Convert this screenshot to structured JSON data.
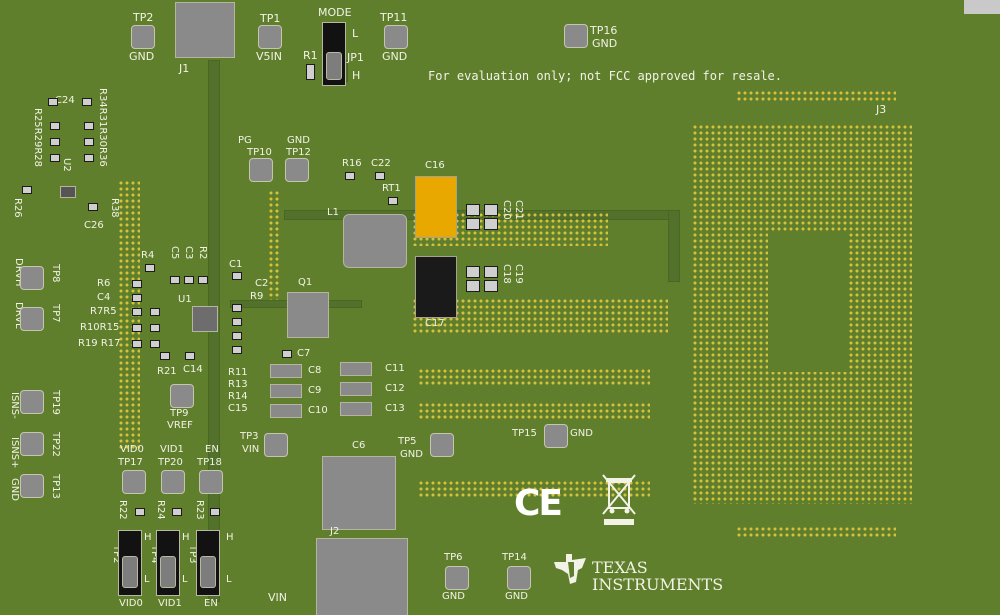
{
  "notice": "For evaluation only; not FCC approved for resale.",
  "brand": {
    "line1": "TEXAS",
    "line2": "INSTRUMENTS"
  },
  "marks": {
    "ce": "CE"
  },
  "test_points": [
    {
      "ref": "TP2",
      "net": "GND"
    },
    {
      "ref": "TP1",
      "net": "V5IN"
    },
    {
      "ref": "TP11",
      "net": "GND"
    },
    {
      "ref": "TP16",
      "net": "GND"
    },
    {
      "ref": "TP8",
      "net": "DRVH"
    },
    {
      "ref": "TP7",
      "net": "DRVL"
    },
    {
      "ref": "TP19",
      "net": "ISNS-"
    },
    {
      "ref": "TP22",
      "net": "ISNS+"
    },
    {
      "ref": "TP13",
      "net": "GND"
    },
    {
      "ref": "TP10",
      "net": "PG"
    },
    {
      "ref": "TP12",
      "net": "GND"
    },
    {
      "ref": "TP9",
      "net": "VREF"
    },
    {
      "ref": "TP3",
      "net": "VIN"
    },
    {
      "ref": "TP5",
      "net": "GND"
    },
    {
      "ref": "TP15",
      "net": "GND"
    },
    {
      "ref": "TP17",
      "net": "VID0"
    },
    {
      "ref": "TP20",
      "net": "VID1"
    },
    {
      "ref": "TP18",
      "net": "EN"
    },
    {
      "ref": "TP6",
      "net": "GND"
    },
    {
      "ref": "TP14",
      "net": "GND"
    }
  ],
  "jumpers": {
    "jp1": {
      "ref": "JP1",
      "title": "MODE",
      "high": "H",
      "low": "L"
    },
    "tp2_jumper": {
      "ref": "TP2",
      "high": "H",
      "low": "L",
      "net": "VID0"
    },
    "tp4_jumper": {
      "ref": "TP4",
      "high": "H",
      "low": "L",
      "net": "VID1"
    },
    "tp3_jumper": {
      "ref": "TP3",
      "high": "H",
      "low": "L",
      "net": "EN"
    }
  },
  "connectors": {
    "j1": "J1",
    "j2": "J2",
    "j3": "J3",
    "vin": "VIN"
  },
  "components": {
    "u1": "U1",
    "u2": "U2",
    "q1": "Q1",
    "l1": "L1",
    "rt1": "RT1",
    "c1": "C1",
    "c2": "C2",
    "c3": "C3",
    "c4": "C4",
    "c5": "C5",
    "c6": "C6",
    "c7": "C7",
    "c8": "C8",
    "c9": "C9",
    "c10": "C10",
    "c11": "C11",
    "c12": "C12",
    "c13": "C13",
    "c14": "C14",
    "c15": "C15",
    "c16": "C16",
    "c17": "C17",
    "c18": "C18",
    "c19": "C19",
    "c20": "C20",
    "c21": "C21",
    "c22": "C22",
    "c24": "C24",
    "c26": "C26",
    "r1": "R1",
    "r2": "R2",
    "r4": "R4",
    "r6": "R6",
    "r9": "R9",
    "r11": "R11",
    "r13": "R13",
    "r14": "R14",
    "r16": "R16",
    "r21": "R21",
    "r22": "R22",
    "r23": "R23",
    "r24": "R24",
    "r26": "R26",
    "r38": "R38",
    "r7r5": "R7R5",
    "r10r15": "R10R15",
    "r19r17": "R19 R17",
    "r25r29r28": "R25R29R28",
    "r34r31r30r36": "R34R31R30R36"
  }
}
